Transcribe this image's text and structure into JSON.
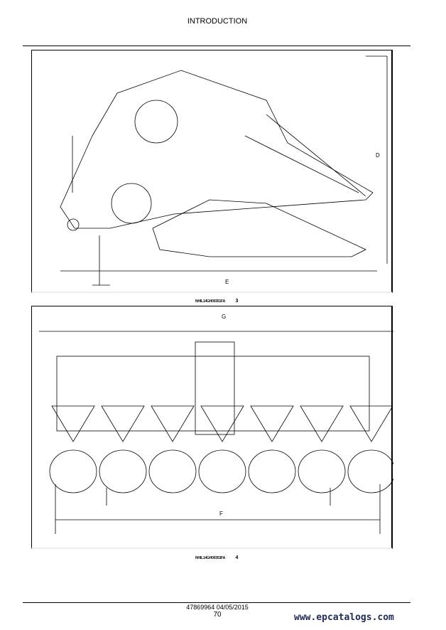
{
  "header": {
    "title": "INTRODUCTION"
  },
  "figures": [
    {
      "caption_code": "NHIL14GH00351FA",
      "number": "3",
      "dims": {
        "vertical": "D",
        "horizontal": "E"
      }
    },
    {
      "caption_code": "NHIL14GH00353FA",
      "number": "4",
      "dims": {
        "top": "G",
        "bottom": "F"
      }
    }
  ],
  "footer": {
    "doc": "47869964 04/05/2015",
    "page": "70"
  },
  "watermark": "www.epcatalogs.com"
}
